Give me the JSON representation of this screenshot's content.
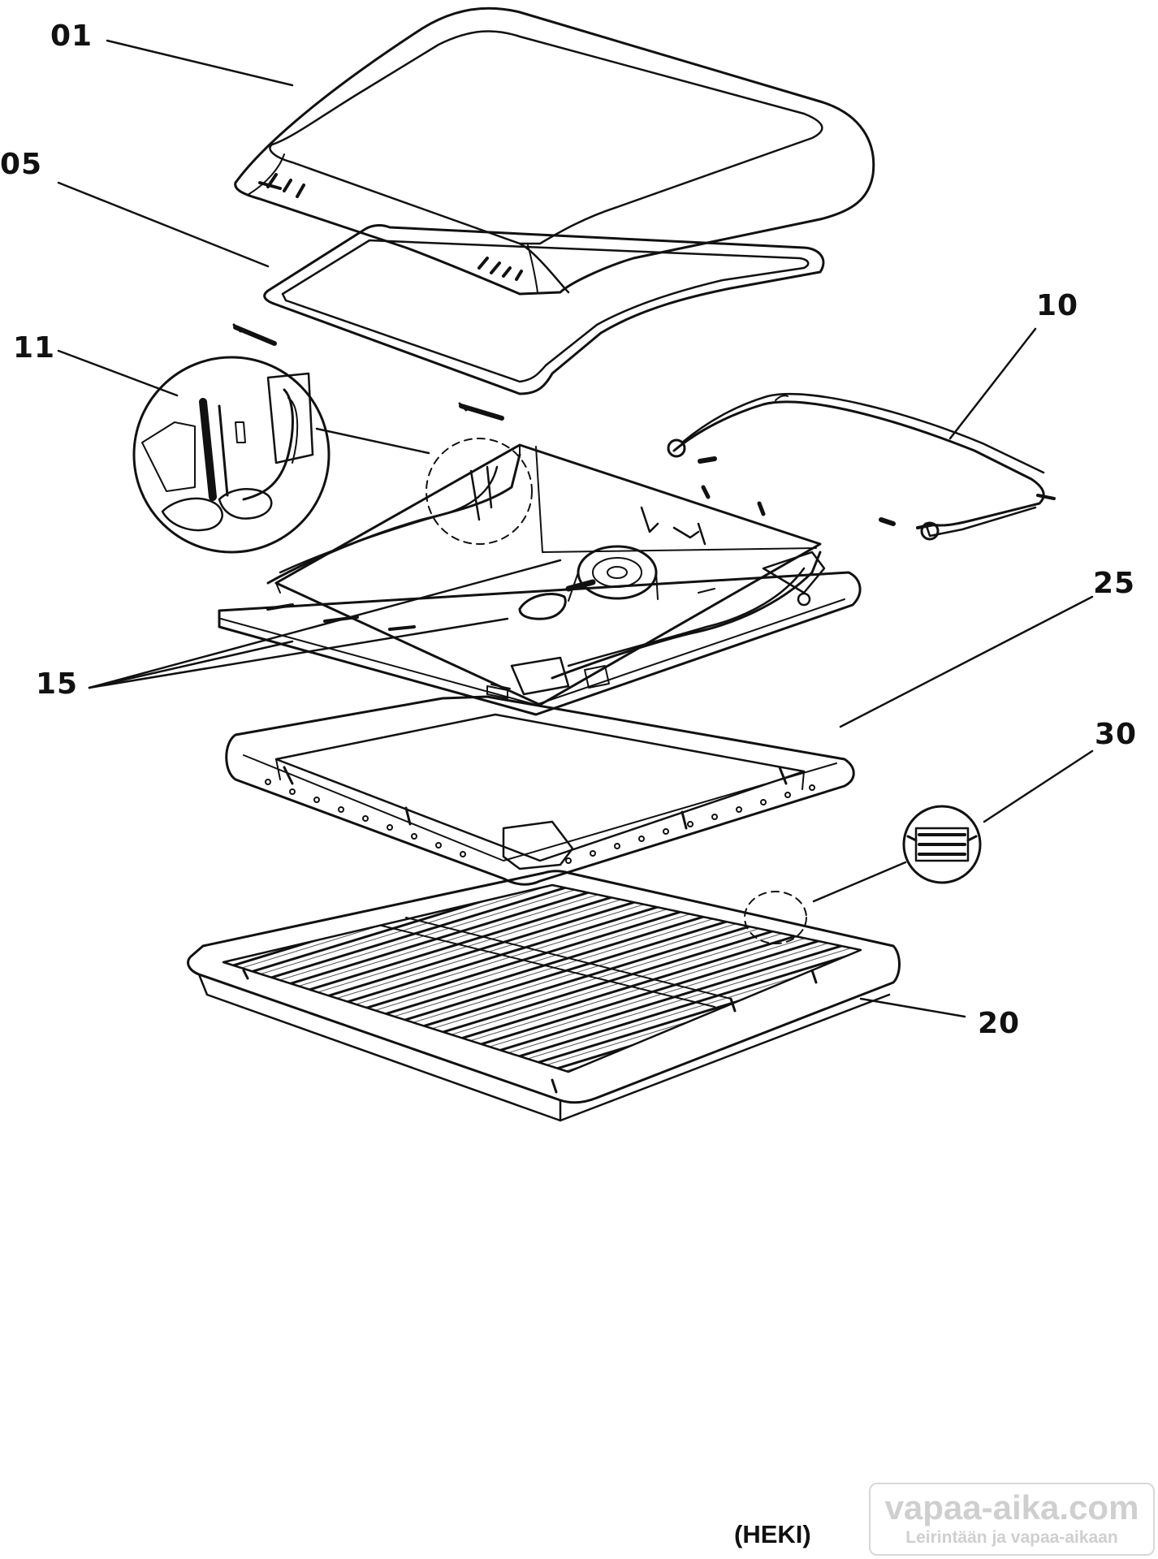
{
  "callouts": {
    "c01": "01",
    "c05": "05",
    "c10": "10",
    "c11": "11",
    "c15": "15",
    "c20": "20",
    "c25": "25",
    "c30": "30"
  },
  "brand_label": "(HEKI)",
  "watermark": {
    "site": "vapaa-aika.com",
    "tagline": "Leirintään ja vapaa-aikaan"
  },
  "colors": {
    "line": "#111111",
    "watermark": "#cfcfcf"
  }
}
